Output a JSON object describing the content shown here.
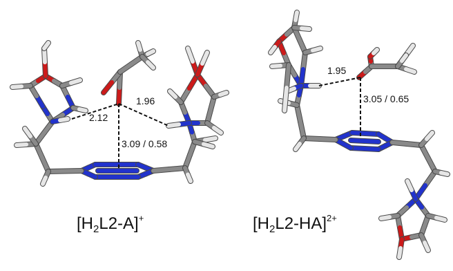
{
  "colors": {
    "carbon": "#8a8a8a",
    "hydrogen": "#e6e6e6",
    "nitrogen": "#2233cc",
    "oxygen": "#cc1a1a",
    "contact": "#111111"
  },
  "left_structure": {
    "label_distance_1": "2.12",
    "label_distance_2": "1.96",
    "label_distance_3": "3.09 / 0.58",
    "caption": {
      "prefix": "[H",
      "sub": "2",
      "mid": "L2-A]",
      "sup": "+"
    }
  },
  "right_structure": {
    "label_distance_1": "1.95",
    "label_distance_2": "3.05 / 0.65",
    "caption": {
      "prefix": "[H",
      "sub": "2",
      "mid": "L2-HA]",
      "sup": "2+"
    }
  }
}
